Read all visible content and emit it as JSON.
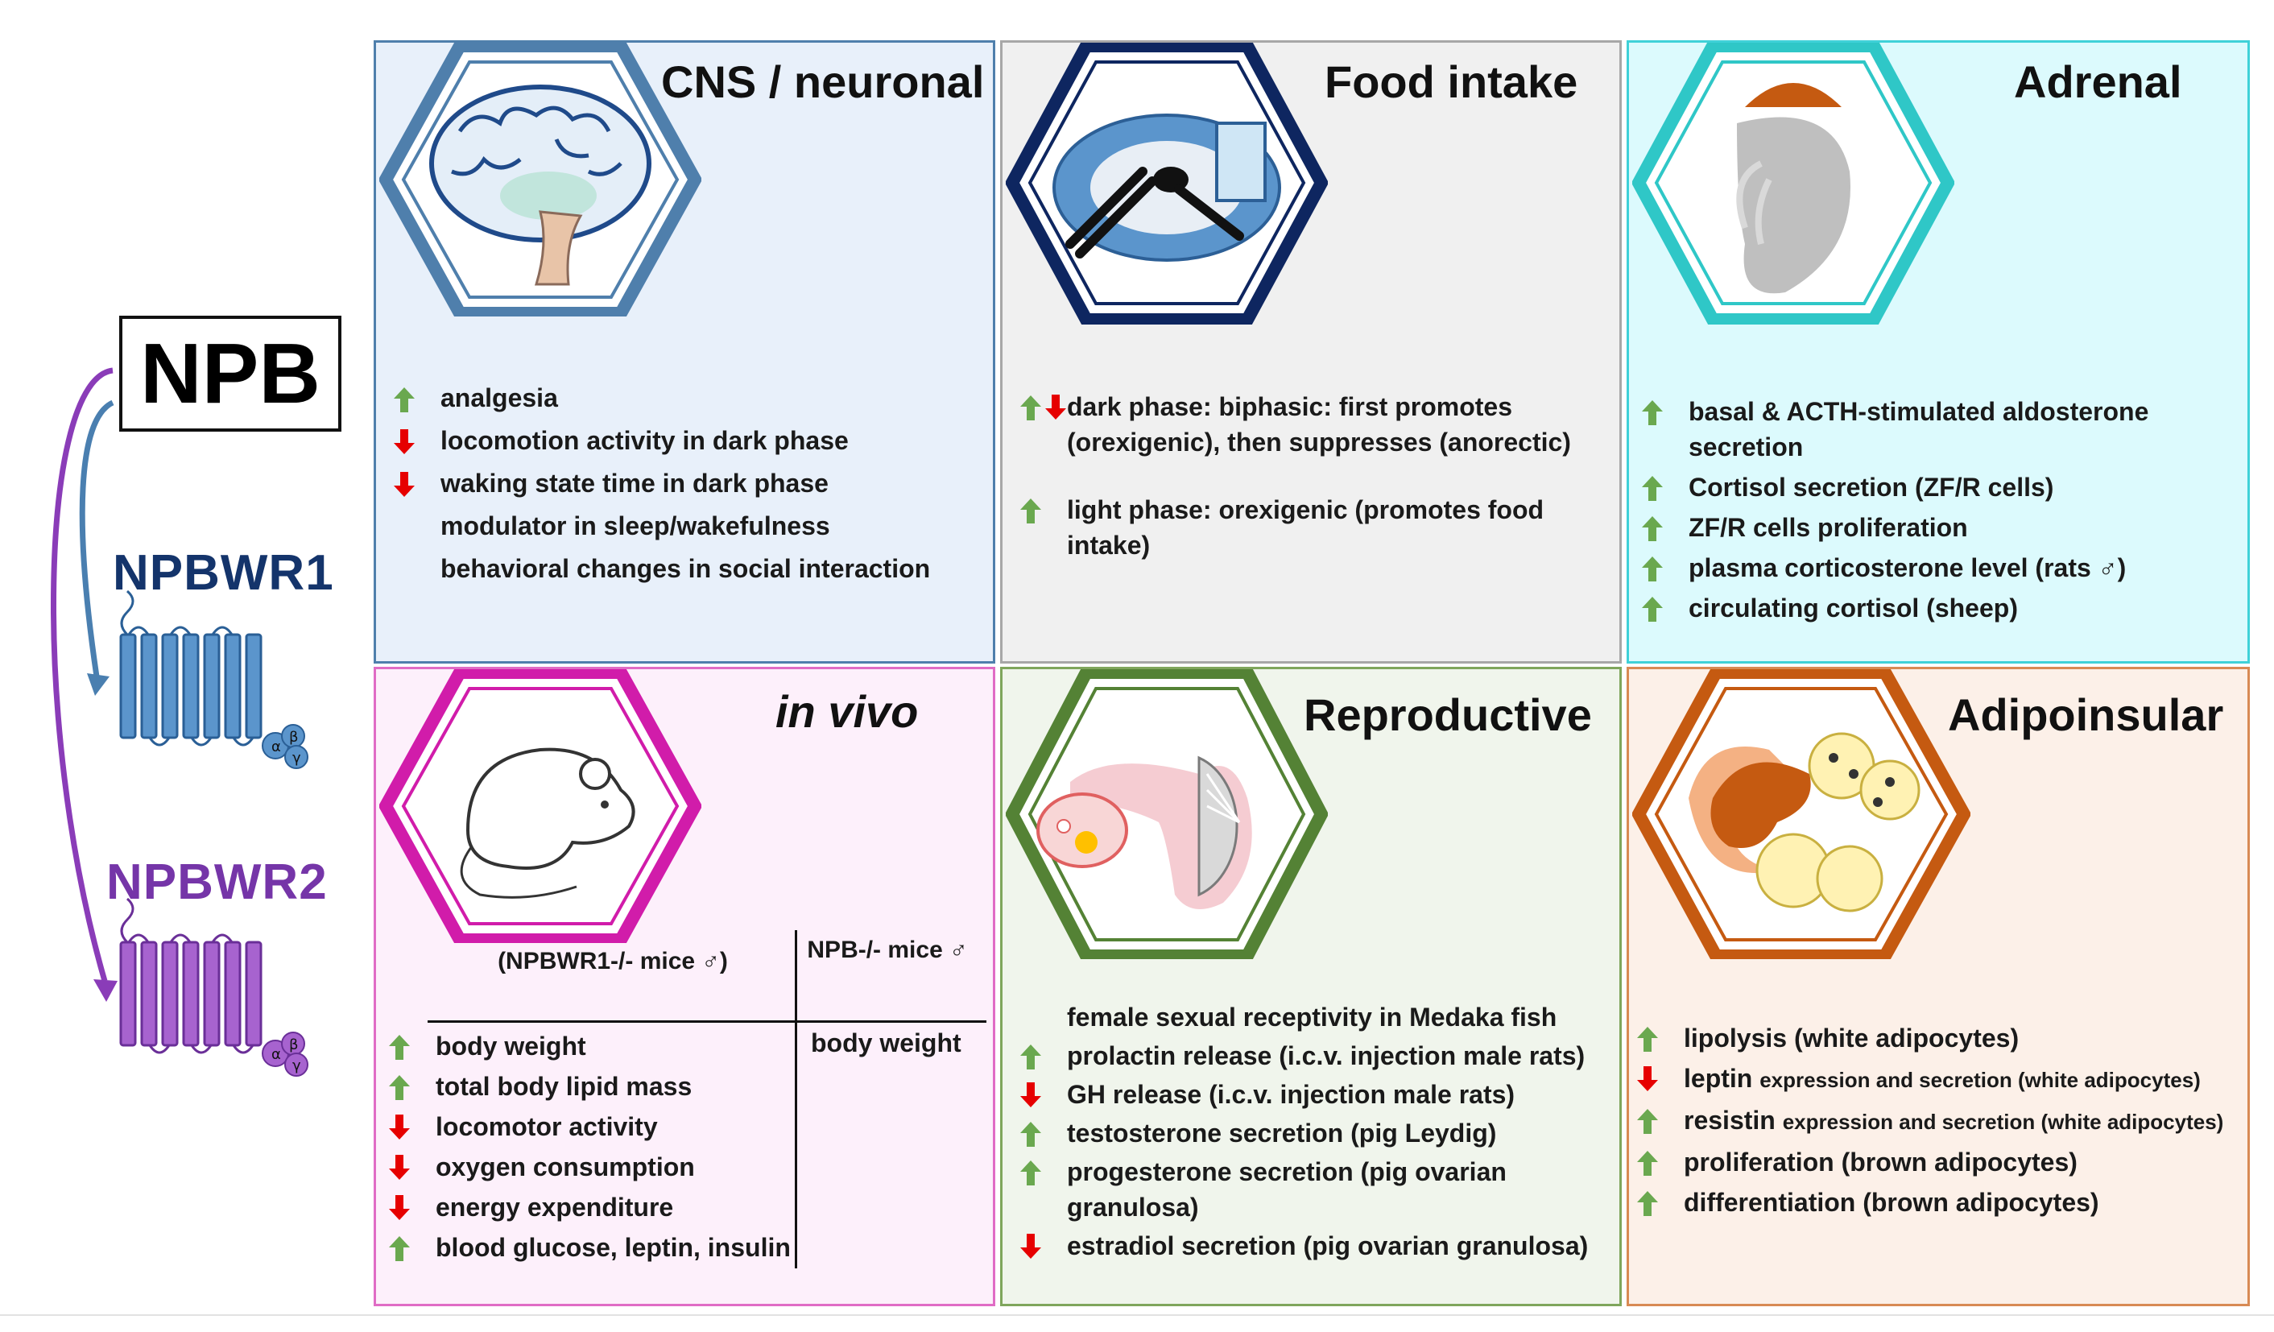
{
  "ligand": "NPB",
  "receptors": [
    {
      "name": "NPBWR1",
      "color": "#5b95cc"
    },
    {
      "name": "NPBWR2",
      "color": "#a763cf"
    }
  ],
  "gprotein_letters": [
    "α",
    "β",
    "γ"
  ],
  "colors": {
    "up": "#6aa84f",
    "down": "#e60000"
  },
  "panels": {
    "cns": {
      "title": "CNS / neuronal",
      "icon": "brain-icon",
      "items": [
        {
          "arrows": [
            "up"
          ],
          "text": "analgesia"
        },
        {
          "arrows": [
            "down"
          ],
          "text": "locomotion activity in dark phase"
        },
        {
          "arrows": [
            "down"
          ],
          "text": "waking state time in dark phase"
        },
        {
          "arrows": [],
          "text": "modulator in sleep/wakefulness"
        },
        {
          "arrows": [],
          "text": "behavioral changes in social interaction"
        }
      ]
    },
    "food": {
      "title": "Food intake",
      "icon": "plate-cutlery-icon",
      "items": [
        {
          "arrows": [
            "up",
            "down"
          ],
          "text": "dark phase: biphasic: first promotes (orexigenic), then suppresses (anorectic)"
        },
        {
          "arrows": [
            "up"
          ],
          "text": "light phase: orexigenic (promotes food intake)"
        }
      ]
    },
    "adrenal": {
      "title": "Adrenal",
      "icon": "adrenal-gland-icon",
      "items": [
        {
          "arrows": [
            "up"
          ],
          "text": "basal & ACTH-stimulated aldosterone secretion"
        },
        {
          "arrows": [
            "up"
          ],
          "text": "Cortisol secretion (ZF/R cells)"
        },
        {
          "arrows": [
            "up"
          ],
          "text": "ZF/R cells proliferation"
        },
        {
          "arrows": [
            "up"
          ],
          "text": "plasma corticosterone level (rats ♂)"
        },
        {
          "arrows": [
            "up"
          ],
          "text": "circulating cortisol (sheep)"
        }
      ]
    },
    "invivo": {
      "title": "in vivo",
      "icon": "mouse-icon",
      "col1_header": "(NPBWR1-/- mice ♂)",
      "col2_header": "NPB-/- mice ♂",
      "col2_value": "body weight",
      "items": [
        {
          "arrows": [
            "up"
          ],
          "text": "body weight"
        },
        {
          "arrows": [
            "up"
          ],
          "text": "total body lipid mass"
        },
        {
          "arrows": [
            "down"
          ],
          "text": "locomotor activity"
        },
        {
          "arrows": [
            "down"
          ],
          "text": "oxygen consumption"
        },
        {
          "arrows": [
            "down"
          ],
          "text": "energy expenditure"
        },
        {
          "arrows": [
            "up"
          ],
          "text": "blood glucose, leptin, insulin"
        }
      ]
    },
    "reproductive": {
      "title": "Reproductive",
      "icon": "uterus-ovary-icon",
      "items": [
        {
          "arrows": [],
          "text": "female sexual receptivity in Medaka fish"
        },
        {
          "arrows": [
            "up"
          ],
          "text": "prolactin release (i.c.v. injection male rats)"
        },
        {
          "arrows": [
            "down"
          ],
          "text": "GH release (i.c.v. injection male rats)"
        },
        {
          "arrows": [
            "up"
          ],
          "text": "testosterone secretion (pig Leydig)"
        },
        {
          "arrows": [
            "up"
          ],
          "text": "progesterone secretion (pig ovarian granulosa)"
        },
        {
          "arrows": [
            "down"
          ],
          "text": "estradiol secretion (pig ovarian granulosa)"
        }
      ]
    },
    "adipo": {
      "title": "Adipoinsular",
      "icon": "pancreas-adipocytes-icon",
      "items": [
        {
          "arrows": [
            "up"
          ],
          "main": "lipolysis (white adipocytes)",
          "small": ""
        },
        {
          "arrows": [
            "down"
          ],
          "main": "leptin",
          "small": "expression and secretion (white adipocytes)"
        },
        {
          "arrows": [
            "up"
          ],
          "main": "resistin",
          "small": "expression and secretion (white adipocytes)"
        },
        {
          "arrows": [
            "up"
          ],
          "main": "proliferation (brown adipocytes)",
          "small": ""
        },
        {
          "arrows": [
            "up"
          ],
          "main": "differentiation (brown adipocytes)",
          "small": ""
        }
      ]
    }
  }
}
